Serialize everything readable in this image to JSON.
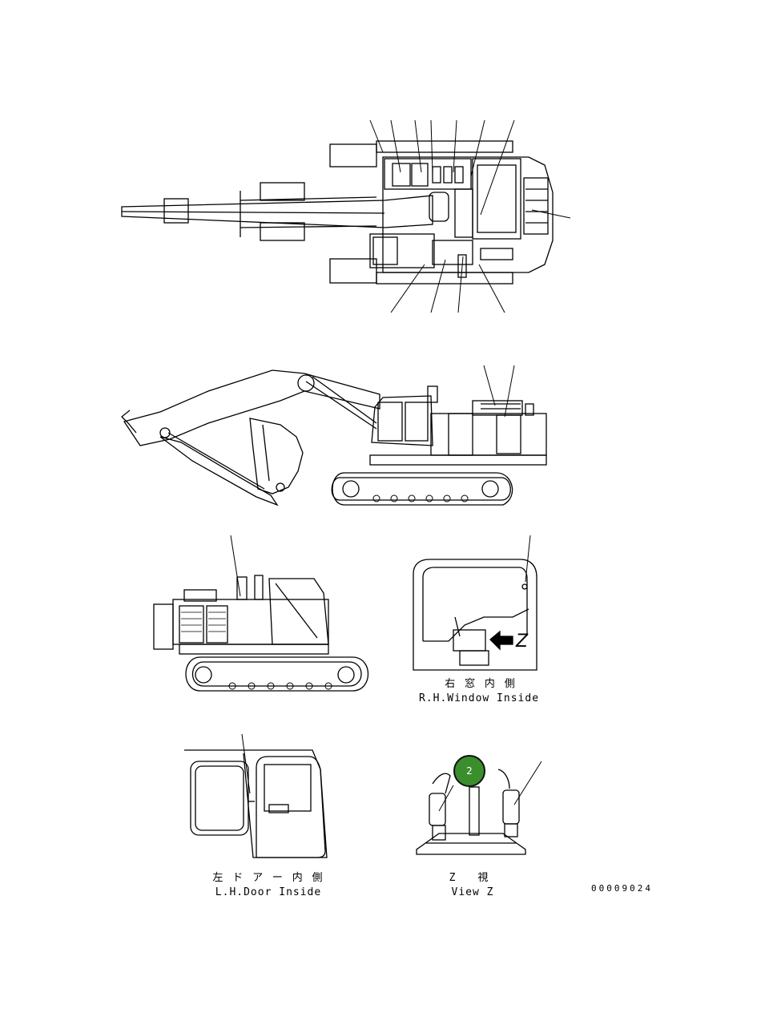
{
  "labels": {
    "rh_window_jp": "右 窓 内 側",
    "rh_window_en": "R.H.Window Inside",
    "lh_door_jp": "左 ド ア ー 内 側",
    "lh_door_en": "L.H.Door Inside",
    "view_z_jp": "Z 視",
    "view_z_en": "View Z",
    "z_marker": "Z"
  },
  "callout_badge": {
    "text": "2",
    "color": "#3a8f2c"
  },
  "drawing_number": "00009024"
}
